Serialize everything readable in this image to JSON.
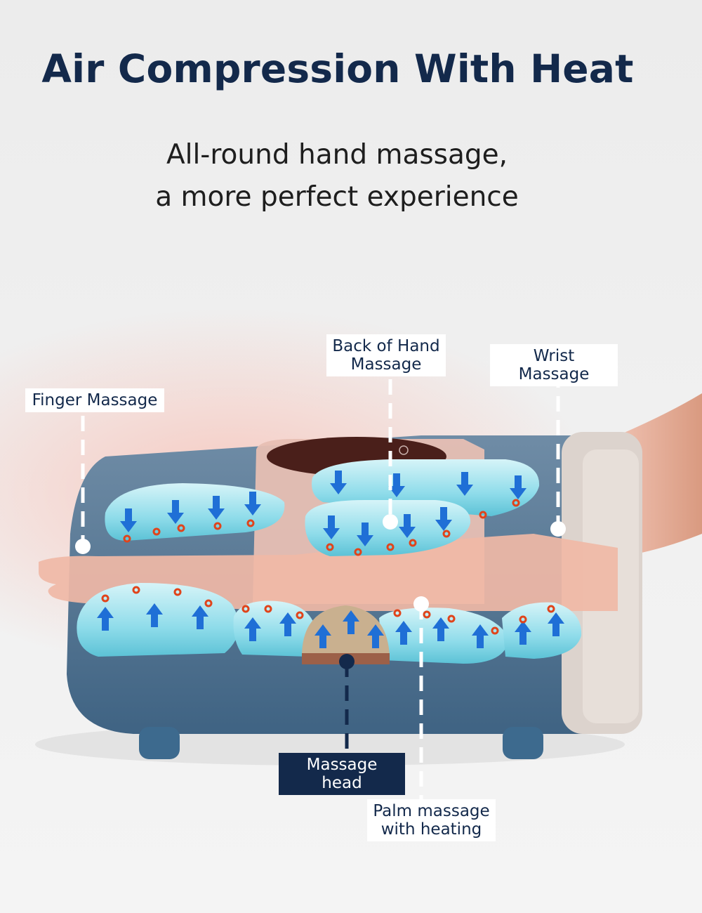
{
  "header": {
    "title": "Air Compression With Heat",
    "subtitle_line1": "All-round hand massage,",
    "subtitle_line2": "a more perfect experience"
  },
  "callouts": {
    "finger": "Finger Massage",
    "back_of_hand_line1": "Back of Hand",
    "back_of_hand_line2": "Massage",
    "wrist": "Wrist Massage",
    "massage_head": "Massage head",
    "palm_line1": "Palm massage",
    "palm_line2": "with heating"
  },
  "colors": {
    "title": "#13294b",
    "airbag": "#8fdcea",
    "arrow": "#1f6fd6",
    "heat_dot": "#e0441b",
    "device_body": "#5a7a96"
  }
}
